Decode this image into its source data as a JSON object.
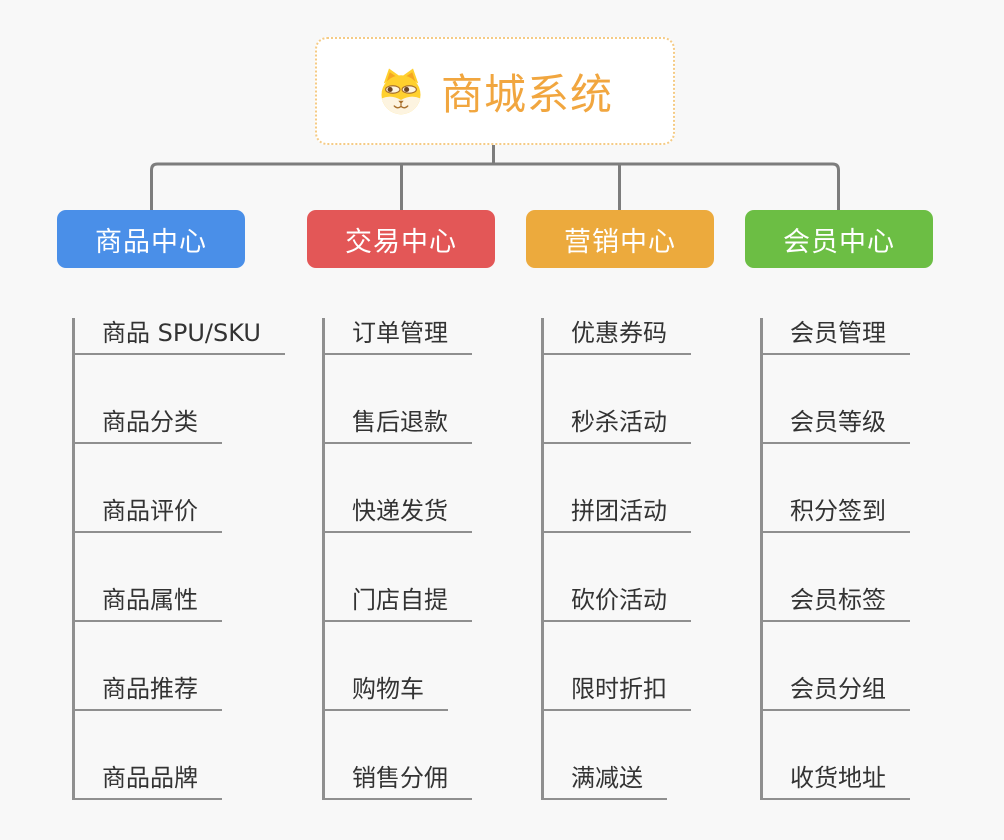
{
  "root": {
    "title": "商城系统",
    "icon": "doge-dog-icon",
    "title_color": "#f1a63f",
    "border_color": "#f5cb85"
  },
  "colors": {
    "connector_gray": "#7d7d7d",
    "leaf_line_gray": "#8f8f8f",
    "leaf_text": "#333333"
  },
  "branches": [
    {
      "label": "商品中心",
      "color": "#4a8fe8",
      "children": [
        "商品 SPU/SKU",
        "商品分类",
        "商品评价",
        "商品属性",
        "商品推荐",
        "商品品牌"
      ]
    },
    {
      "label": "交易中心",
      "color": "#e35757",
      "children": [
        "订单管理",
        "售后退款",
        "快递发货",
        "门店自提",
        "购物车",
        "销售分佣"
      ]
    },
    {
      "label": "营销中心",
      "color": "#ecaa3d",
      "children": [
        "优惠券码",
        "秒杀活动",
        "拼团活动",
        "砍价活动",
        "限时折扣",
        "满减送"
      ]
    },
    {
      "label": "会员中心",
      "color": "#6cbe44",
      "children": [
        "会员管理",
        "会员等级",
        "积分签到",
        "会员标签",
        "会员分组",
        "收货地址"
      ]
    }
  ]
}
